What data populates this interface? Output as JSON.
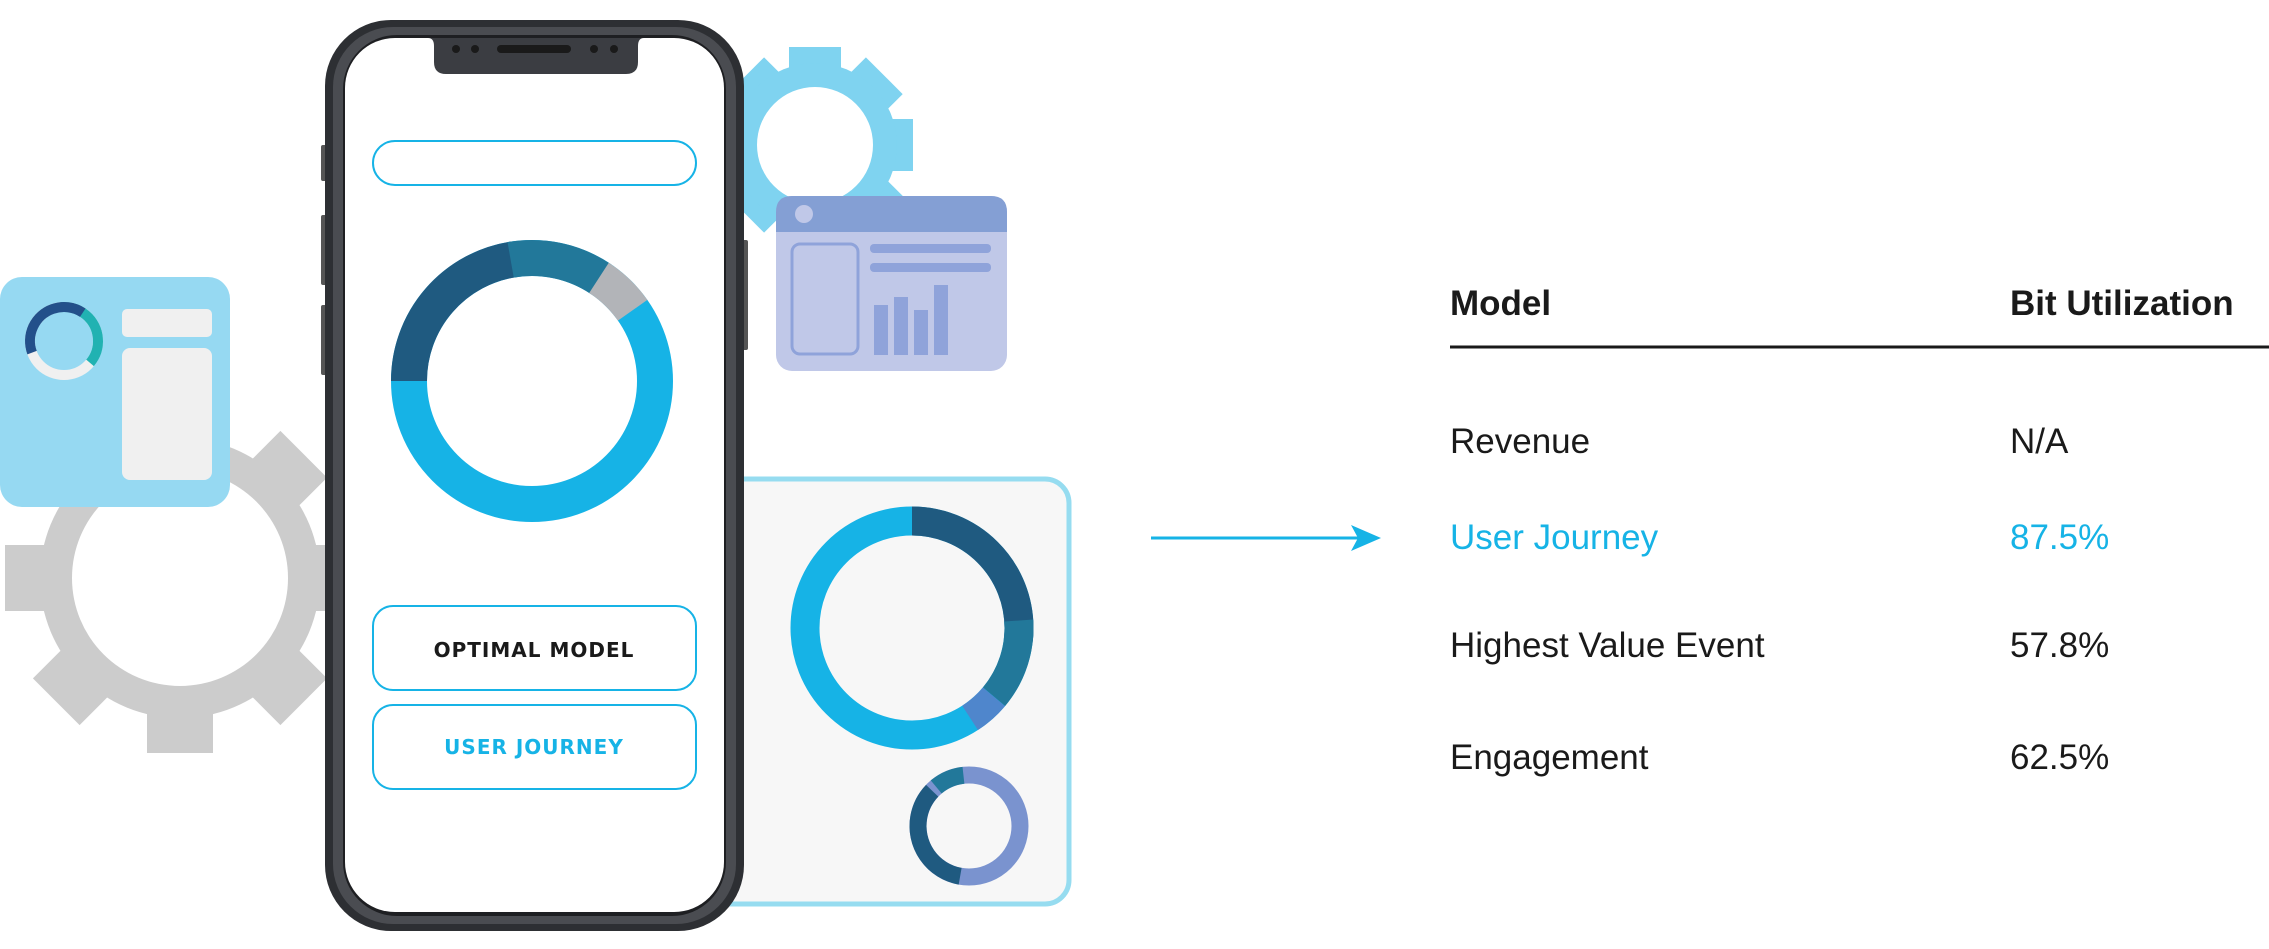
{
  "phone": {
    "buttons": [
      {
        "label": "OPTIMAL MODEL",
        "active": false
      },
      {
        "label": "USER JOURNEY",
        "active": true
      }
    ]
  },
  "table": {
    "headers": {
      "model": "Model",
      "bit": "Bit Utilization"
    },
    "rows": [
      {
        "model": "Revenue",
        "value": "N/A",
        "highlight": false
      },
      {
        "model": "User Journey",
        "value": "87.5%",
        "highlight": true
      },
      {
        "model": "Highest Value Event",
        "value": "57.8%",
        "highlight": false
      },
      {
        "model": "Engagement",
        "value": "62.5%",
        "highlight": false
      }
    ]
  },
  "colors": {
    "accent": "#16b3e6",
    "dark_blue": "#1f5a80",
    "teal": "#22789a",
    "periwinkle": "#7a93cf",
    "gear_gray": "#cccccc",
    "gear_blue": "#7fd3f0",
    "text": "#1a1a1a"
  }
}
